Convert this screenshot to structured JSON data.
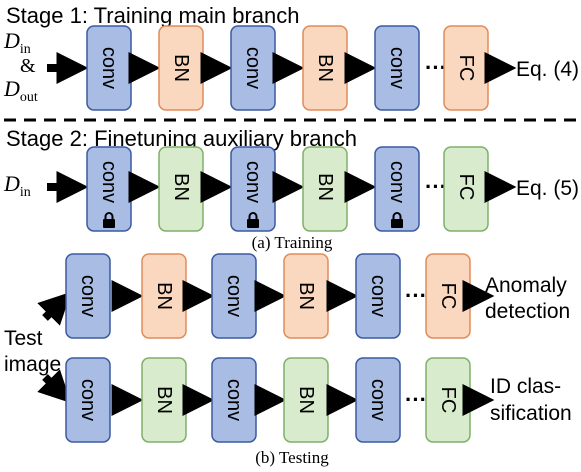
{
  "stage1": {
    "title": "Stage 1: Training main branch",
    "input_top": "D",
    "input_top_sub": "in",
    "amp": "&",
    "input_bottom": "D",
    "input_bottom_sub": "out",
    "blocks": [
      "conv",
      "BN",
      "conv",
      "BN",
      "conv",
      "FC"
    ],
    "ellipsis": "···",
    "output": "Eq. (4)"
  },
  "stage2": {
    "title": "Stage 2: Finetuning auxiliary branch",
    "input": "D",
    "input_sub": "in",
    "blocks": [
      "conv",
      "BN",
      "conv",
      "BN",
      "conv",
      "FC"
    ],
    "ellipsis": "···",
    "output": "Eq. (5)"
  },
  "caption_a": "(a) Training",
  "testing": {
    "input_line1": "Test",
    "input_line2": "image",
    "row1": {
      "blocks": [
        "conv",
        "BN",
        "conv",
        "BN",
        "conv",
        "FC"
      ],
      "ellipsis": "···",
      "output_line1": "Anomaly",
      "output_line2": "detection"
    },
    "row2": {
      "blocks": [
        "conv",
        "BN",
        "conv",
        "BN",
        "conv",
        "FC"
      ],
      "ellipsis": "···",
      "output_line1": "ID clas-",
      "output_line2": "sification"
    }
  },
  "caption_b": "(b) Testing",
  "colors": {
    "conv_fill": "#a9bce3",
    "conv_stroke": "#3b5aa0",
    "bn_main_fill": "#fad8c0",
    "bn_main_stroke": "#e08c5a",
    "bn_aux_fill": "#d8eccd",
    "bn_aux_stroke": "#7fb06a"
  }
}
